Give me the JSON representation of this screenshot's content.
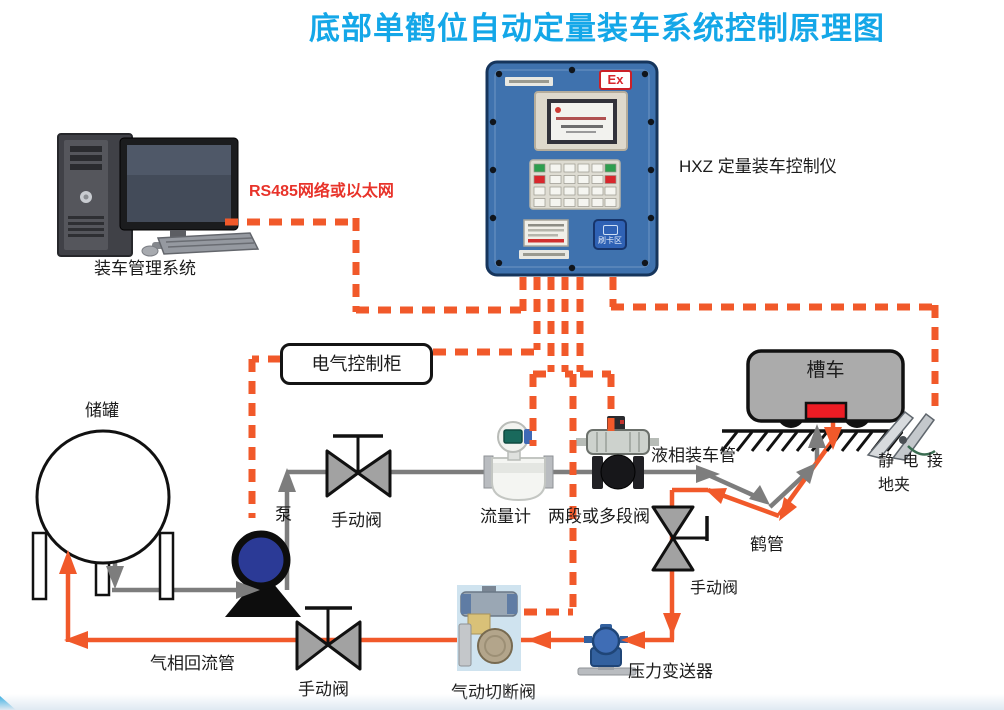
{
  "title": "底部单鹤位自动定量装车系统控制原理图",
  "computer": {
    "label": "装车管理系统"
  },
  "network": {
    "label": "RS485网络或以太网"
  },
  "controller": {
    "label": "HXZ 定量装车控制仪",
    "ex_badge": "Ex",
    "card_area": "刷卡区"
  },
  "cabinet": {
    "label": "电气控制柜"
  },
  "tank": {
    "label": "储罐"
  },
  "pump": {
    "label": "泵"
  },
  "inline_equipment": {
    "manual_valve_main": "手动阀",
    "flow_meter": "流量计",
    "multi_stage_valve": "两段或多段阀",
    "manual_valve_arm": "手动阀",
    "pressure_transmitter": "压力变送器",
    "pneumatic_shutoff_valve": "气动切断阀",
    "manual_valve_return": "手动阀"
  },
  "truck": {
    "label": "槽车"
  },
  "pipes": {
    "liquid_loading": "液相装车管",
    "loading_arm": "鹤管",
    "gas_return": "气相回流管"
  },
  "grounding_clamp": {
    "line1": "静 电 接",
    "line2": "地夹"
  },
  "colors": {
    "title_blue": "#14A7E8",
    "signal_orange": "#F1592A",
    "pipe_gray": "#7D7D7D",
    "network_red": "#E8332A"
  }
}
